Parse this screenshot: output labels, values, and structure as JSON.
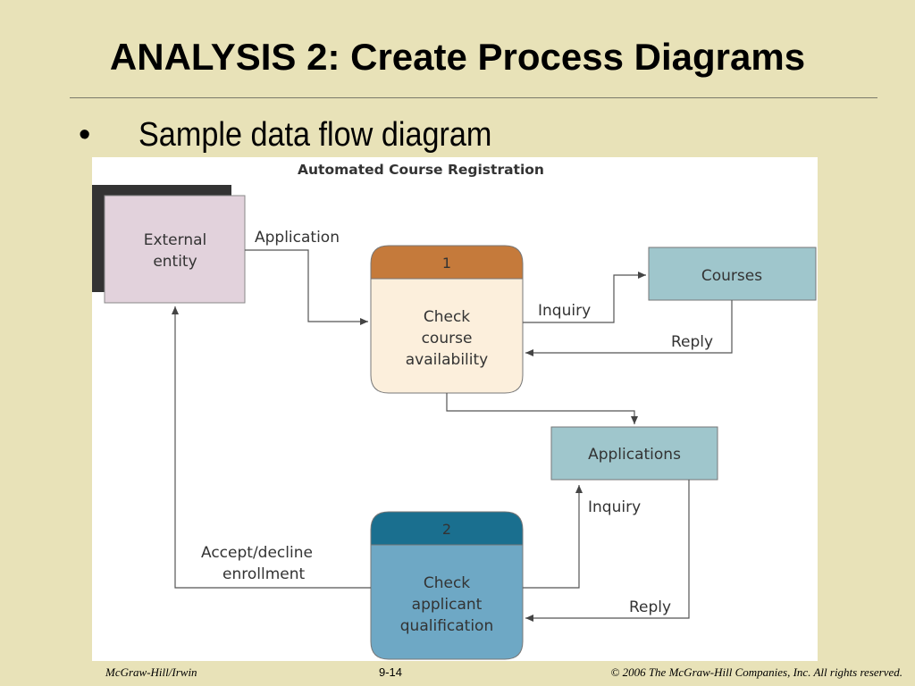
{
  "slide": {
    "title": "ANALYSIS 2: Create Process Diagrams",
    "bullet_symbol": "•",
    "bullet_text": "Sample data flow diagram"
  },
  "diagram": {
    "title": "Automated Course Registration",
    "external_entity": {
      "line1": "External",
      "line2": "entity"
    },
    "process_1": {
      "number": "1",
      "line1": "Check",
      "line2": "course",
      "line3": "availability"
    },
    "process_2": {
      "number": "2",
      "line1": "Check",
      "line2": "applicant",
      "line3": "qualification"
    },
    "store_courses": "Courses",
    "store_applications": "Applications",
    "flows": {
      "application": "Application",
      "inquiry_courses": "Inquiry",
      "reply_courses": "Reply",
      "inquiry_applications": "Inquiry",
      "reply_applications": "Reply",
      "accept_line1": "Accept/decline",
      "accept_line2": "enrollment"
    }
  },
  "footer": {
    "publisher": "McGraw-Hill/Irwin",
    "page": "9-14",
    "copyright": "© 2006  The McGraw-Hill Companies, Inc. All rights reserved."
  },
  "colors": {
    "background": "#e8e2b8",
    "entity_fill": "#e2d2dc",
    "entity_shadow": "#333333",
    "process1_header": "#c57a3b",
    "process1_body": "#fcefdc",
    "process2_header": "#1a6f8f",
    "process2_body": "#6ea8c5",
    "store_fill": "#9fc6cc",
    "line": "#555555"
  }
}
